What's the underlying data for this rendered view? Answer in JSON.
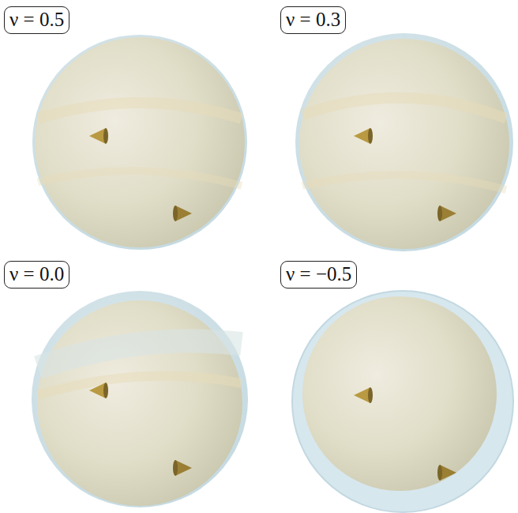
{
  "diagram": {
    "nodes": [
      {
        "text": [
          "ν = 0.5"
        ]
      },
      {
        "text": [
          "ν = 0.3"
        ]
      },
      {
        "text": [
          "ν = 0.0"
        ]
      },
      {
        "text": [
          "ν = −0.5"
        ]
      }
    ]
  }
}
